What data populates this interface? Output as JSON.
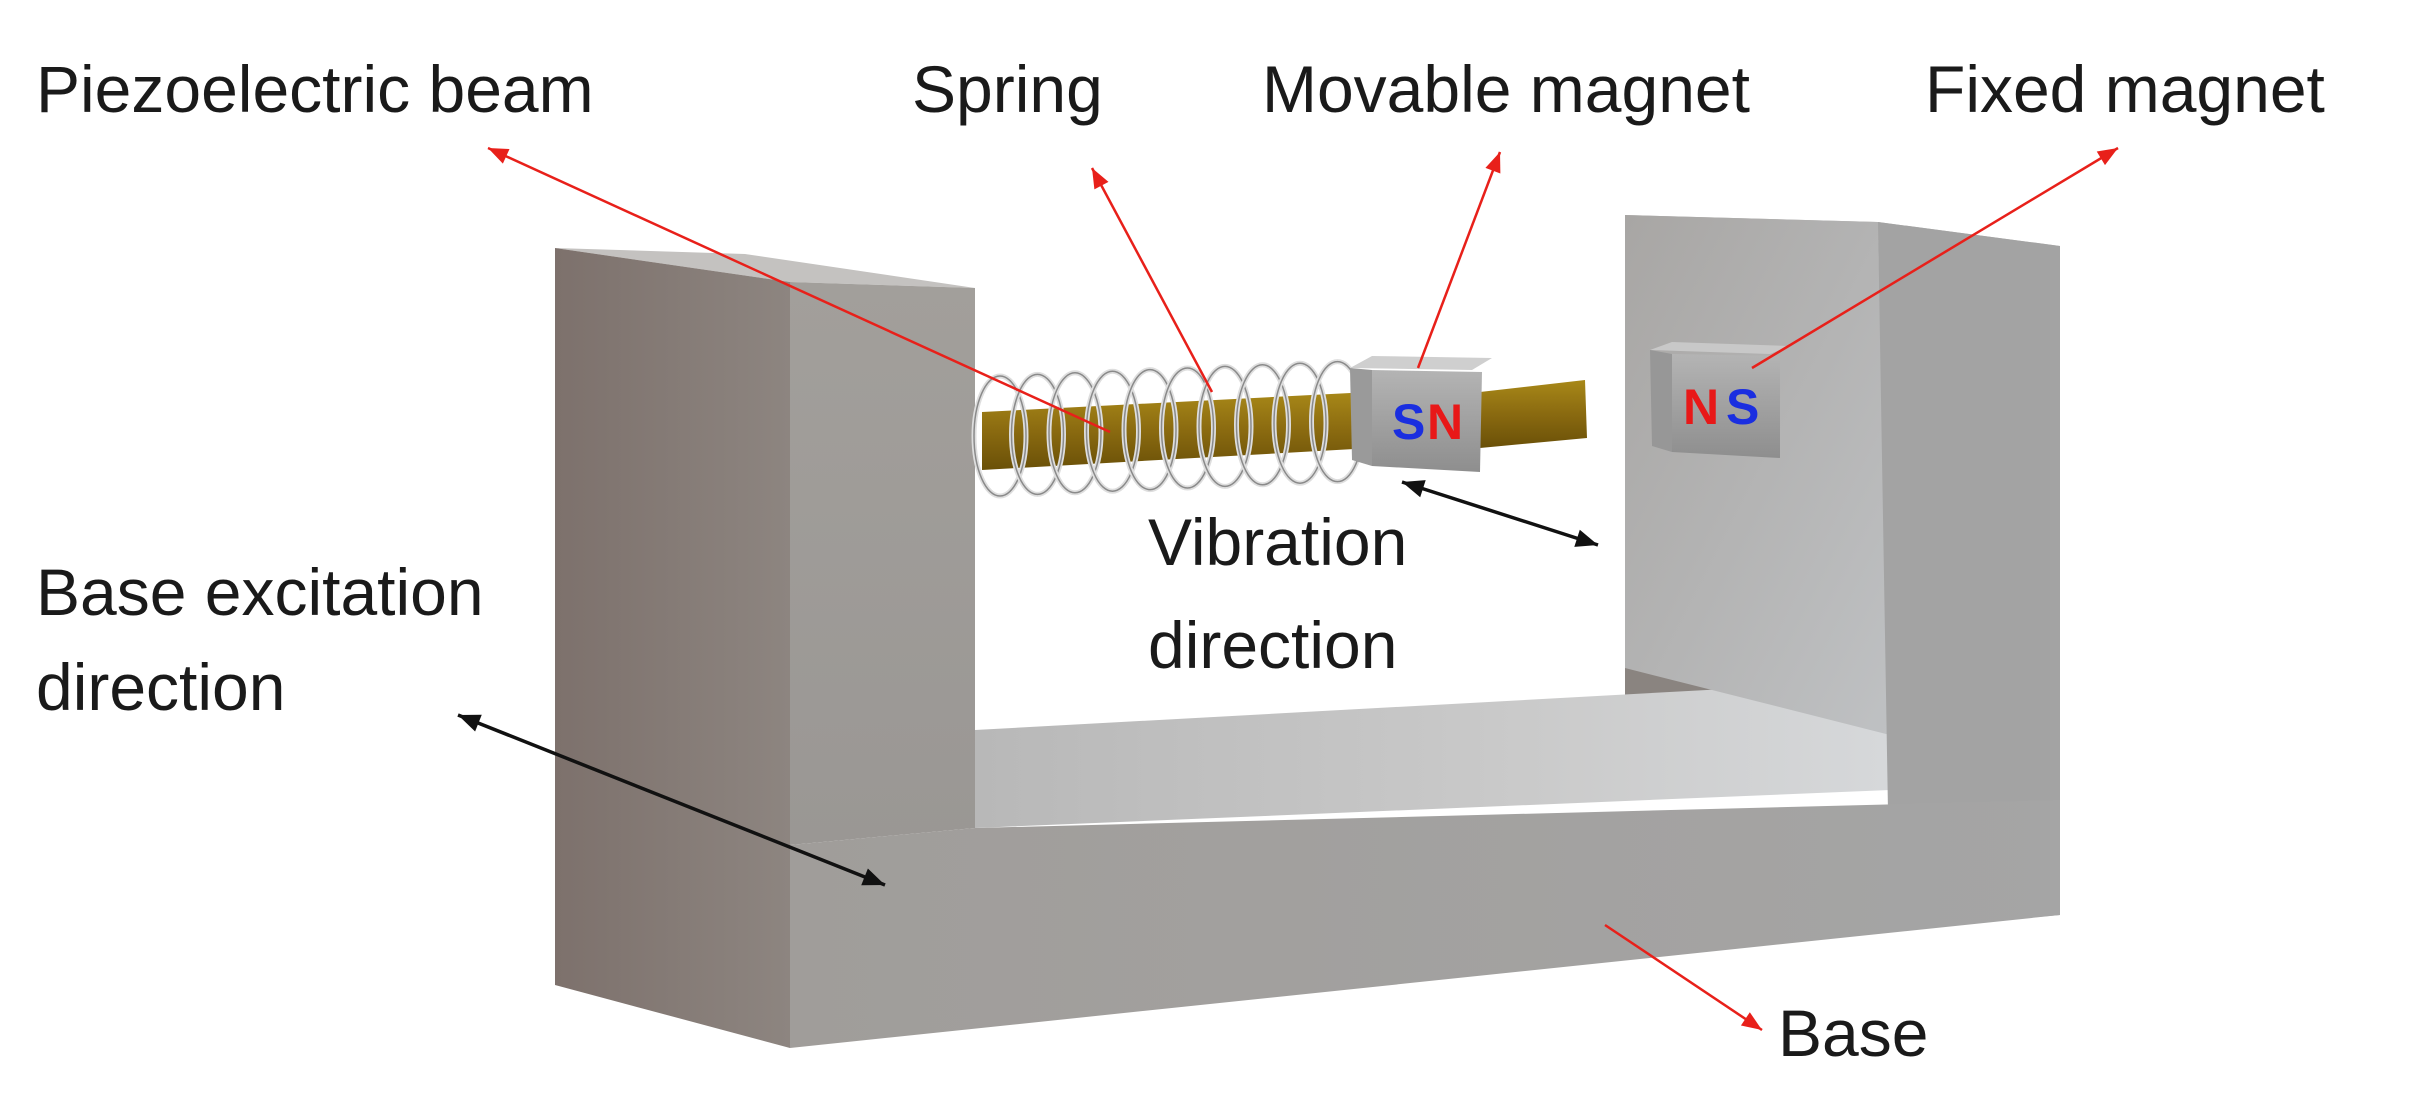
{
  "labels": {
    "piezoelectric_beam": "Piezoelectric beam",
    "spring": "Spring",
    "movable_magnet": "Movable magnet",
    "fixed_magnet": "Fixed magnet",
    "vibration_direction_line1": "Vibration",
    "vibration_direction_line2": "direction",
    "base_excitation_line1": "Base excitation",
    "base_excitation_line2": "direction",
    "base": "Base"
  },
  "magnet_poles": {
    "movable_left": "S",
    "movable_right": "N",
    "fixed_left": "N",
    "fixed_right": "S"
  },
  "colors": {
    "leader_arrow": "#e8201a",
    "direction_arrow": "#111111",
    "north_pole": "#e81818",
    "south_pole": "#1a2ee0",
    "body": "#9c9894",
    "beam": "#8a6a10"
  }
}
